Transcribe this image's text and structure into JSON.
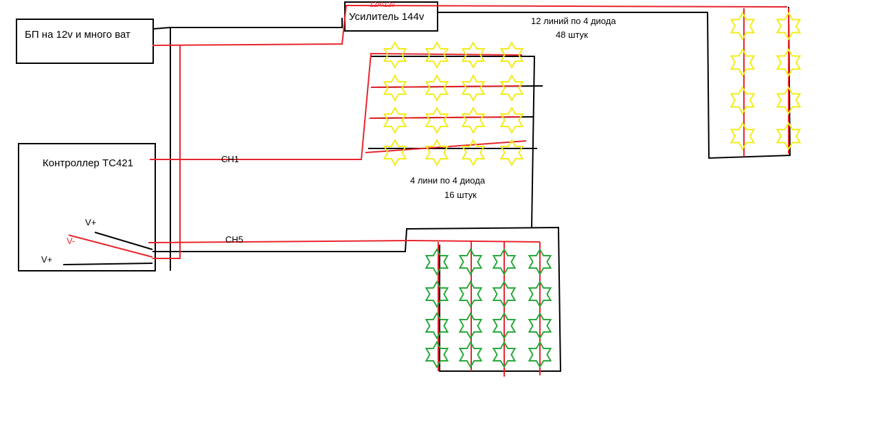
{
  "boxes": {
    "power_supply": "БП на 12v и много ват",
    "amplifier": "Усилитель 144v",
    "amplifier_rating": "12A\\12v",
    "controller": "Контроллер TC421"
  },
  "terminals": {
    "v_plus_top": "V+",
    "v_minus": "V-",
    "v_plus_bottom": "V+"
  },
  "channels": {
    "ch1": "CH1",
    "ch5": "CH5"
  },
  "annotations": {
    "right_group_line1": "12 линий по 4 диода",
    "right_group_line2": "48 штук",
    "middle_group_line1": "4 лини по 4 диода",
    "middle_group_line2": "16 штук"
  },
  "colors": {
    "wire_positive": "#e8232b",
    "wire_negative": "#000000",
    "led_yellow": "#f2ec1a",
    "led_green": "#27a83a",
    "text": "#000000"
  },
  "icons": {
    "led": "star-icon"
  }
}
